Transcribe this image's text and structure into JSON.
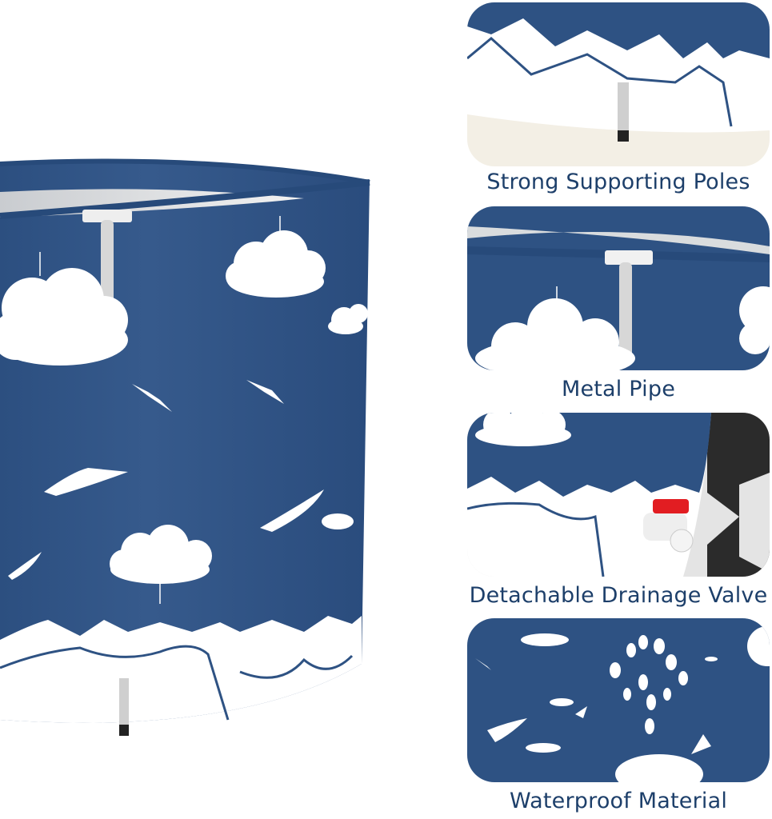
{
  "colors": {
    "tub_blue": "#2e5283",
    "caption_text": "#1d3f6a",
    "pattern_white": "#ffffff",
    "valve_red": "#e21d22"
  },
  "main_image": {
    "subject": "foldable bathtub with cloud, bird, and wave pattern",
    "icons": [
      "cloud-icon",
      "bird-icon",
      "wave-icon",
      "support-pole-icon",
      "t-connector-icon"
    ]
  },
  "features": [
    {
      "label": "Strong Supporting Poles",
      "icon": "support-pole-icon"
    },
    {
      "label": "Metal Pipe",
      "icon": "t-connector-icon"
    },
    {
      "label": "Detachable Drainage Valve",
      "icon": "valve-icon"
    },
    {
      "label": "Waterproof Material",
      "icon": "whale-icon"
    }
  ]
}
